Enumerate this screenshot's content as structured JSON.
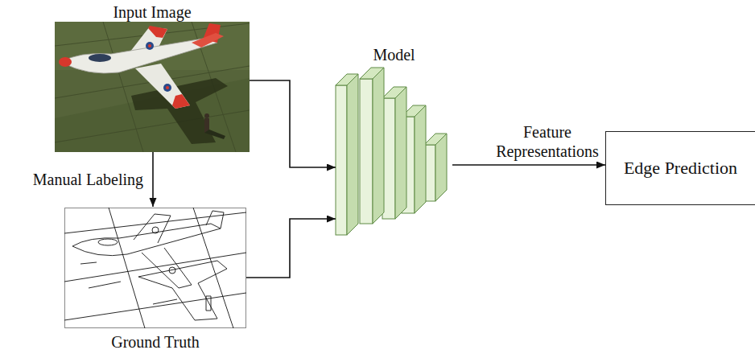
{
  "diagram": {
    "nodes": [
      {
        "text": [
          "Input Image"
        ]
      },
      {
        "text": [
          "Ground Truth"
        ]
      },
      {
        "text": [
          "Model"
        ]
      },
      {
        "text": [
          "Edge Prediction"
        ]
      }
    ],
    "edges": [
      {
        "from": 0,
        "to": 2,
        "arrow": "to"
      },
      {
        "from": 0,
        "to": 1,
        "arrow": "to",
        "label": "Manual Labeling"
      },
      {
        "from": 1,
        "to": 2,
        "arrow": "to"
      },
      {
        "from": 2,
        "to": 3,
        "arrow": "to",
        "label": "Feature Representations"
      }
    ]
  }
}
